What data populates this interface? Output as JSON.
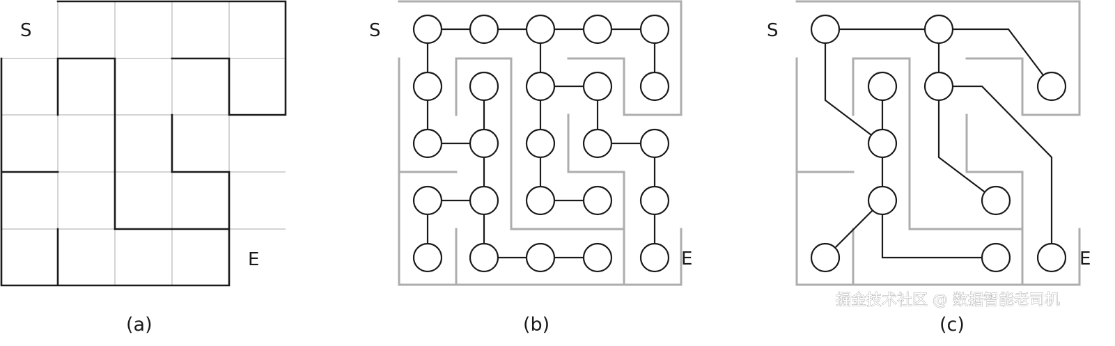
{
  "panels": [
    {
      "caption": "(a)",
      "start_label": "S",
      "end_label": "E"
    },
    {
      "caption": "(b)",
      "start_label": "S",
      "end_label": "E"
    },
    {
      "caption": "(c)",
      "start_label": "S",
      "end_label": "E"
    }
  ],
  "watermark": "掘金技术社区 @ 数据智能老司机",
  "colors": {
    "line": "#1a1a1a",
    "maze_wall_gray": "#adadad",
    "grid_gray": "#d4d4d4",
    "background": "#ffffff"
  }
}
